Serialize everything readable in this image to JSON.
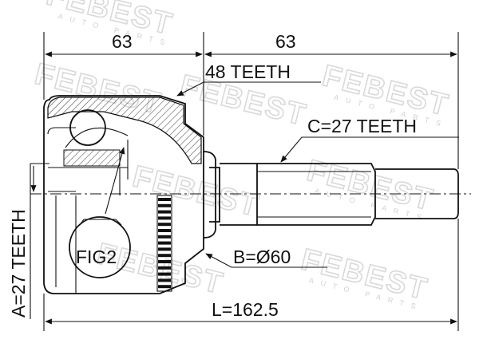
{
  "watermark": {
    "brand": "FEBEST",
    "tagline": "AUTO PARTS"
  },
  "dimensions": {
    "left_length": "63",
    "right_length": "63",
    "outer_teeth": "48 TEETH",
    "spline_teeth": "C=27 TEETH",
    "abs_diameter": "B=Ø60",
    "total_length": "L=162.5",
    "inner_teeth": "A=27 TEETH"
  },
  "callouts": {
    "figure_label": "FIG2"
  }
}
